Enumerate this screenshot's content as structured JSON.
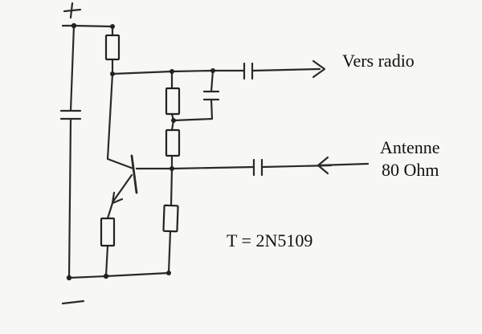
{
  "labels": {
    "output": "Vers radio",
    "input_line1": "Antenne",
    "input_line2": "80 Ohm",
    "transistor": "T = 2N5109"
  },
  "colors": {
    "ink": "#222222",
    "paper": "#f7f7f5"
  }
}
